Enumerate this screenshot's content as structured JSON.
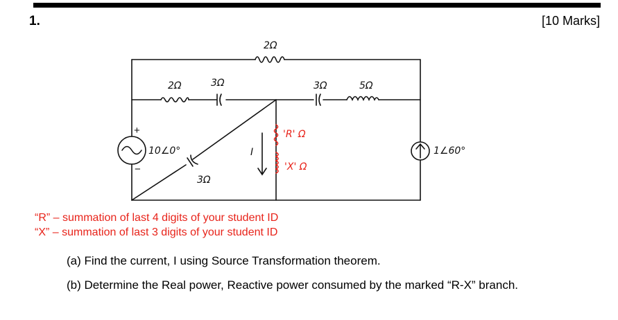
{
  "header": {
    "question_number": "1.",
    "marks": "[10 Marks]"
  },
  "circuit": {
    "r_top": "2Ω",
    "r_left": "2Ω",
    "c_left": "3Ω",
    "c_mid": "3Ω",
    "l_right": "5Ω",
    "source_v": "10∠0°",
    "source_i": "1∠60°",
    "c_diag": "3Ω",
    "current_label": "I",
    "branch_r": "'R' Ω",
    "branch_x": "'X' Ω",
    "plus_sign": "+",
    "minus_sign": "−",
    "accent_color": "#e8231a"
  },
  "notes": {
    "r_note": "“R” – summation of last 4 digits of your student ID",
    "x_note": "“X” – summation of last 3 digits of your student ID"
  },
  "questions": {
    "a": "(a) Find the current, I using Source Transformation theorem.",
    "b": "(b) Determine the Real power, Reactive power consumed by the marked “R-X” branch."
  }
}
